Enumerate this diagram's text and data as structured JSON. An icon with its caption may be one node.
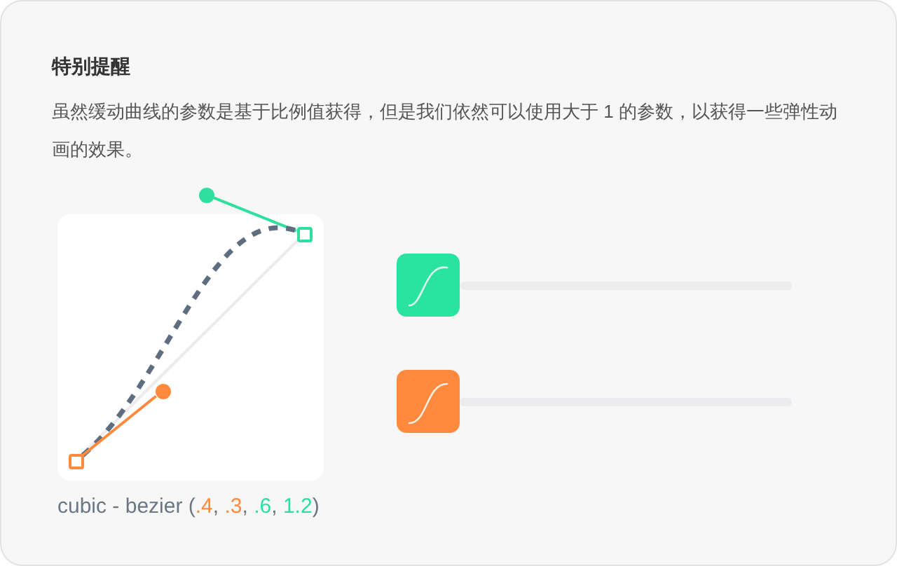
{
  "diagram": {
    "title": "特别提醒",
    "nodes": [
      {
        "text": [],
        "shape": "circle"
      },
      {
        "text": [],
        "shape": "box"
      },
      {
        "text": [],
        "shape": "circle"
      },
      {
        "text": [],
        "shape": "box"
      }
    ],
    "edges": [
      {
        "from": 0,
        "to": 1,
        "arrow": "none",
        "color": "#2ee0a0"
      },
      {
        "from": 3,
        "to": 1,
        "arrow": "none",
        "color": "#ececec"
      },
      {
        "from": 3,
        "to": 1,
        "arrow": "none",
        "style": "dashed",
        "color": "#5e6e80"
      },
      {
        "from": 3,
        "to": 2,
        "arrow": "none",
        "color": "#ff8a3d"
      }
    ],
    "labels": [
      "虽然缓动曲线的参数是基于比例值获得，但是我们依然可以使用大于 1 的参数，以获得一些弹性动画的效果。",
      "cubic - bezier (.4, .3, .6, 1.2)"
    ]
  }
}
